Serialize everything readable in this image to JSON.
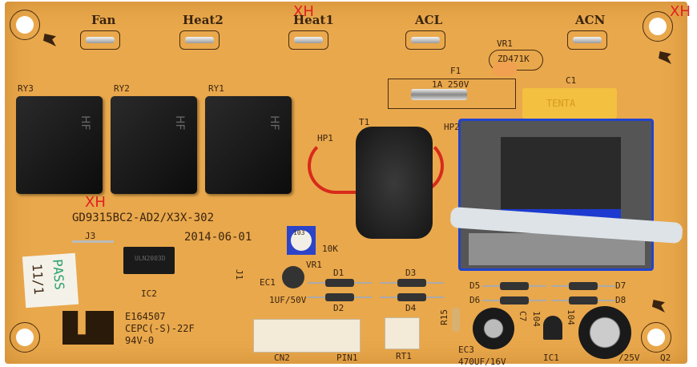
{
  "connectors": {
    "fan": "Fan",
    "heat2": "Heat2",
    "heat1": "Heat1",
    "acl": "ACL",
    "acn": "ACN"
  },
  "red_marks": {
    "top_mid": "XH",
    "top_right": "XH",
    "left": "XH"
  },
  "relays": {
    "ry3": "RY3",
    "ry2": "RY2",
    "ry1": "RY1",
    "brand": "HF"
  },
  "fuse": {
    "ref": "F1",
    "rating": "1A 250V"
  },
  "varistor": {
    "ref": "VR1",
    "value": "ZD471K"
  },
  "capacitor_c1": {
    "ref": "C1",
    "brand": "TENTA"
  },
  "transformer_t1": {
    "ref": "T1",
    "hp1": "HP1",
    "hp2": "HP2"
  },
  "board": {
    "model": "GD9315BC2-AD2/X3X-302",
    "date": "2014-06-01"
  },
  "jumpers": {
    "j3": "J3",
    "j1": "J1"
  },
  "ic2": {
    "ref": "IC2",
    "marking": "ULN2003D"
  },
  "trimpot": {
    "code": "103",
    "value": "10K",
    "ref": "VR1"
  },
  "ec1": {
    "ref": "EC1",
    "value": "1UF/50V"
  },
  "diodes": [
    "D1",
    "D2",
    "D3",
    "D4",
    "D5",
    "D6",
    "D7",
    "D8"
  ],
  "sticker": {
    "text": "PASS",
    "handwriting": "11/1"
  },
  "ul": {
    "file": "E164507",
    "material": "CEPC(-S)-22F",
    "rating": "94V-0"
  },
  "cn2": {
    "ref": "CN2",
    "pin": "PIN1"
  },
  "rt1": {
    "ref": "RT1"
  },
  "r15": {
    "ref": "R15"
  },
  "ec3": {
    "ref": "EC3",
    "value": "470UF/16V"
  },
  "c7": {
    "ref": "C7",
    "value": "104"
  },
  "ic1": {
    "ref": "IC1",
    "value": "104"
  },
  "ec4": {
    "value": "/25V"
  },
  "q2": {
    "ref": "Q2"
  },
  "colors": {
    "pcb": "#e9a84c",
    "silk": "#3a2410",
    "relay": "#111111",
    "transformer_tape": "#2244cc",
    "capacitor_c1": "#f4c040"
  }
}
